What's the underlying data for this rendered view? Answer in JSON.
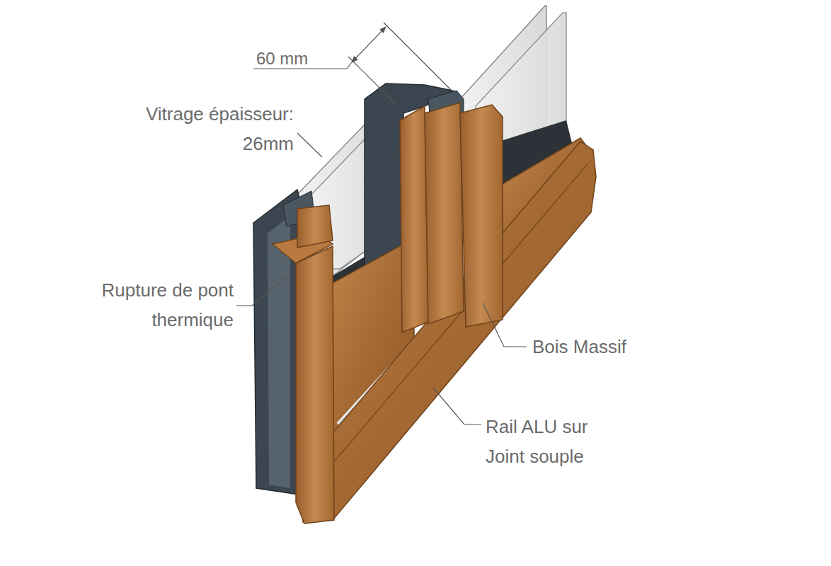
{
  "diagram": {
    "labels": [
      "60 mm",
      "Vitrage épaisseur: 26mm",
      "Rupture de pont thermique",
      "Bois Massif",
      "Rail ALU sur Joint souple"
    ]
  }
}
